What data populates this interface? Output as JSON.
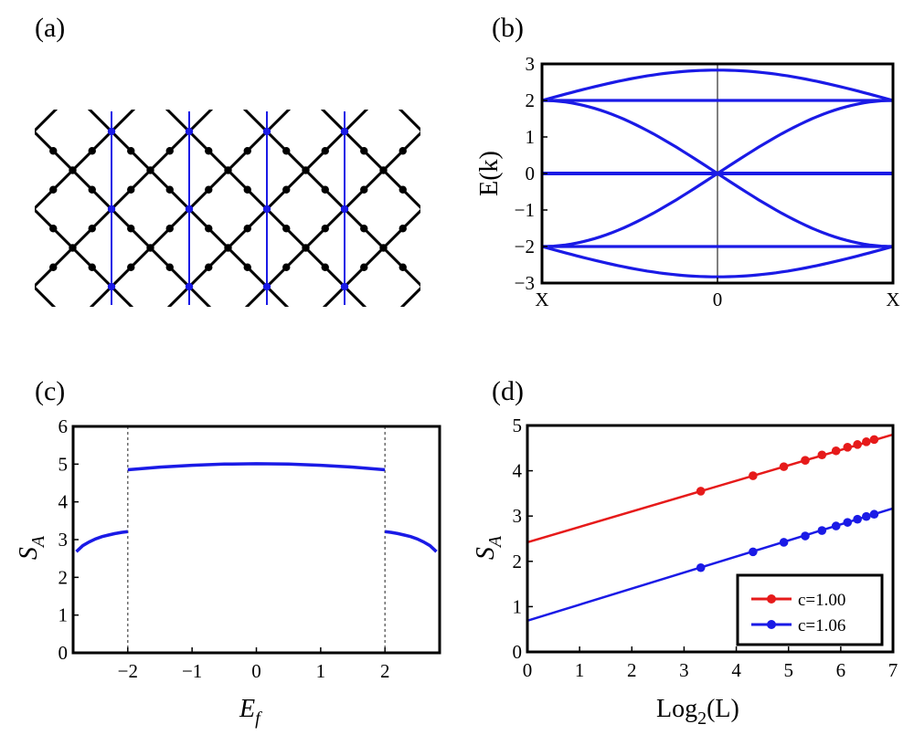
{
  "panels": {
    "a": {
      "label": "(a)"
    },
    "b": {
      "label": "(b)"
    },
    "c": {
      "label": "(c)"
    },
    "d": {
      "label": "(d)"
    }
  },
  "colors": {
    "blue": "#1a1ae6",
    "red": "#e61a1a",
    "black": "#000000",
    "guide": "#555555"
  },
  "chart_data": [
    {
      "panel": "a",
      "type": "other",
      "description_visible": "rhombic lattice of black bonds with dot sites and vertical blue lines through every other column of vertices"
    },
    {
      "panel": "b",
      "type": "line",
      "ylabel": "E(k)",
      "xlabel": "",
      "xticklabels": [
        "X",
        "0",
        "X"
      ],
      "x_domain": [
        -1,
        1
      ],
      "ylim": [
        -3,
        3
      ],
      "yticks": [
        -3,
        -2,
        -1,
        0,
        1,
        2,
        3
      ],
      "series": [
        {
          "kind": "flat",
          "value": 2
        },
        {
          "kind": "flat",
          "value": 0
        },
        {
          "kind": "flat",
          "value": -2
        },
        {
          "kind": "dome",
          "peak": 2.83,
          "edge": 2
        },
        {
          "kind": "dome",
          "peak": -2.83,
          "edge": -2
        },
        {
          "kind": "vee",
          "edge": 2
        },
        {
          "kind": "vee",
          "edge": -2
        }
      ]
    },
    {
      "panel": "c",
      "type": "line",
      "xlabel": "E",
      "xlabel_sub": "f",
      "ylabel": "S",
      "ylabel_sub": "A",
      "xlim": [
        -2.85,
        2.85
      ],
      "xticks": [
        -2,
        -1,
        0,
        1,
        2
      ],
      "ylim": [
        0,
        6
      ],
      "yticks": [
        0,
        1,
        2,
        3,
        4,
        5,
        6
      ],
      "guides_x": [
        -2,
        2
      ],
      "segments": [
        {
          "x": [
            -2.8,
            -2.7,
            -2.6,
            -2.5,
            -2.4,
            -2.3,
            -2.2,
            -2.1,
            -2.0
          ],
          "y": [
            2.68,
            2.84,
            2.94,
            3.02,
            3.08,
            3.12,
            3.16,
            3.19,
            3.21
          ]
        },
        {
          "x": [
            -2.0,
            -1.5,
            -1.0,
            -0.5,
            0.0,
            0.5,
            1.0,
            1.5,
            2.0
          ],
          "y": [
            4.85,
            4.92,
            4.97,
            5.0,
            5.01,
            5.0,
            4.97,
            4.92,
            4.85
          ]
        },
        {
          "x": [
            2.0,
            2.1,
            2.2,
            2.3,
            2.4,
            2.5,
            2.6,
            2.7,
            2.8
          ],
          "y": [
            3.21,
            3.19,
            3.16,
            3.12,
            3.08,
            3.02,
            2.94,
            2.84,
            2.68
          ]
        }
      ]
    },
    {
      "panel": "d",
      "type": "scatter",
      "xlabel": "Log",
      "xlabel_sub": "2",
      "xlabel_suffix": "(L)",
      "ylabel": "S",
      "ylabel_sub": "A",
      "xlim": [
        0,
        7
      ],
      "xticks": [
        0,
        1,
        2,
        3,
        4,
        5,
        6,
        7
      ],
      "ylim": [
        0,
        5
      ],
      "yticks": [
        0,
        1,
        2,
        3,
        4,
        5
      ],
      "legend_position": "bottom-right",
      "series": [
        {
          "name": "c=1.00",
          "color": "#e61a1a",
          "x": [
            3.32,
            4.32,
            4.91,
            5.32,
            5.64,
            5.91,
            6.13,
            6.32,
            6.49,
            6.64
          ],
          "y": [
            3.55,
            3.89,
            4.09,
            4.23,
            4.35,
            4.44,
            4.52,
            4.58,
            4.64,
            4.69
          ],
          "fit": [
            [
              0,
              2.42
            ],
            [
              7,
              4.8
            ]
          ]
        },
        {
          "name": "c=1.06",
          "color": "#1a1ae6",
          "x": [
            3.32,
            4.32,
            4.91,
            5.32,
            5.64,
            5.91,
            6.13,
            6.32,
            6.49,
            6.64
          ],
          "y": [
            1.86,
            2.21,
            2.42,
            2.56,
            2.68,
            2.78,
            2.86,
            2.93,
            2.99,
            3.04
          ],
          "fit": [
            [
              0,
              0.69
            ],
            [
              7,
              3.17
            ]
          ]
        }
      ]
    }
  ]
}
